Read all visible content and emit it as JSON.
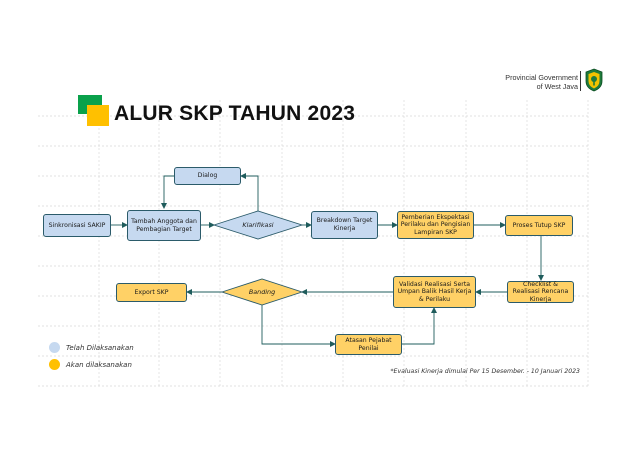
{
  "header": {
    "org_line1": "Provincial Government",
    "org_line2": "of West Java",
    "title": "ALUR SKP TAHUN 2023"
  },
  "colors": {
    "done_blue": "#c6d9f0",
    "pending_gold": "#ffd166",
    "logo_green": "#0aa14b",
    "logo_yellow": "#ffc000",
    "connector": "#1f5c5c"
  },
  "nodes": {
    "dialog": "Dialog",
    "sinkronisasi": "Sinkronisasi SAKIP",
    "tambah": "Tambah Anggota dan Pembagian Target",
    "klarifikasi": "Klarifikasi",
    "breakdown": "Breakdown Target Kinerja",
    "pemberian": "Pemberian Ekspektasi Perilaku dan Pengisian Lampiran SKP",
    "tutup": "Proses Tutup SKP",
    "checklist": "Checklist & Realisasi Rencana Kinerja",
    "validasi": "Validasi Realisasi Serta Umpan Balik Hasil Kerja & Perilaku",
    "banding": "Banding",
    "export": "Export SKP",
    "atasan": "Atasan Pejabat Penilai"
  },
  "legend": {
    "done": "Telah Dilaksanakan",
    "pending": "Akan dilaksanakan"
  },
  "note": "*Evaluasi Kinerja dimulai Per 15 Desember. - 10 Januari 2023"
}
